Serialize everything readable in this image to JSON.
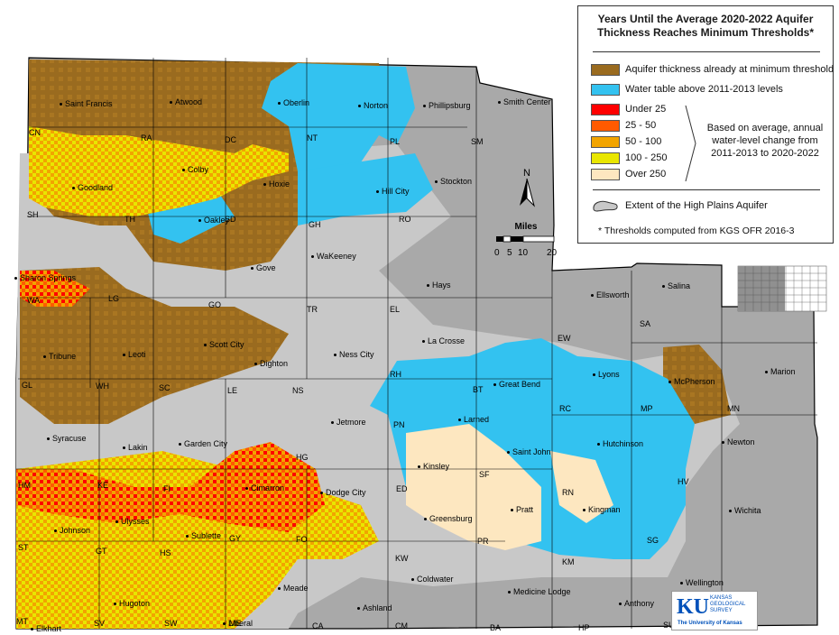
{
  "legend": {
    "title_line1": "Years Until the Average 2020-2022 Aquifer",
    "title_line2": "Thickness Reaches Minimum Thresholds*",
    "items": [
      {
        "label": "Aquifer thickness already at minimum threshold",
        "color": "#9a6b1f"
      },
      {
        "label": "Water table above 2011-2013 levels",
        "color": "#33c2f0"
      },
      {
        "label": "Under 25",
        "color": "#ff0000"
      },
      {
        "label": "25 - 50",
        "color": "#ff5a00"
      },
      {
        "label": "50 - 100",
        "color": "#f2a400"
      },
      {
        "label": "100 - 250",
        "color": "#e9e600"
      },
      {
        "label": "Over 250",
        "color": "#fde7c0"
      }
    ],
    "bracket_note_1": "Based on average, annual",
    "bracket_note_2": "water-level change from",
    "bracket_note_3": "2011-2013 to 2020-2022",
    "extent_label": "Extent of the High Plains Aquifer",
    "extent_color": "#c8c8c8",
    "footnote": "* Thresholds computed from KGS OFR 2016-3"
  },
  "scalebar": {
    "title": "Miles",
    "ticks": [
      "0",
      "5",
      "10",
      "20"
    ]
  },
  "north_label": "N",
  "logo": {
    "mark": "KU",
    "line1": "KANSAS",
    "line2": "GEOLOGICAL",
    "line3": "SURVEY",
    "line4": "The University of Kansas"
  },
  "colors": {
    "county_gray": "#a9a9a9",
    "county_border": "#000000",
    "aquifer_brown": "#9a6b1f",
    "water_blue": "#33c2f0"
  },
  "cities": [
    {
      "name": "Saint Francis"
    },
    {
      "name": "Atwood"
    },
    {
      "name": "Oberlin"
    },
    {
      "name": "Norton"
    },
    {
      "name": "Phillipsburg"
    },
    {
      "name": "Smith Center"
    },
    {
      "name": "Colby"
    },
    {
      "name": "Goodland"
    },
    {
      "name": "Hoxie"
    },
    {
      "name": "Stockton"
    },
    {
      "name": "Hill City"
    },
    {
      "name": "Oakley"
    },
    {
      "name": "Gove"
    },
    {
      "name": "WaKeeney"
    },
    {
      "name": "Hays"
    },
    {
      "name": "Sharon Springs"
    },
    {
      "name": "Ellsworth"
    },
    {
      "name": "Salina"
    },
    {
      "name": "La Crosse"
    },
    {
      "name": "Ness City"
    },
    {
      "name": "Scott City"
    },
    {
      "name": "Leoti"
    },
    {
      "name": "Dighton"
    },
    {
      "name": "Tribune"
    },
    {
      "name": "Great Bend"
    },
    {
      "name": "Lyons"
    },
    {
      "name": "McPherson"
    },
    {
      "name": "Marion"
    },
    {
      "name": "Syracuse"
    },
    {
      "name": "Jetmore"
    },
    {
      "name": "Larned"
    },
    {
      "name": "Lakin"
    },
    {
      "name": "Garden City"
    },
    {
      "name": "Hutchinson"
    },
    {
      "name": "Newton"
    },
    {
      "name": "Saint John"
    },
    {
      "name": "Kinsley"
    },
    {
      "name": "Cimarron"
    },
    {
      "name": "Dodge City"
    },
    {
      "name": "Johnson"
    },
    {
      "name": "Ulysses"
    },
    {
      "name": "Sublette"
    },
    {
      "name": "Greensburg"
    },
    {
      "name": "Pratt"
    },
    {
      "name": "Kingman"
    },
    {
      "name": "Wichita"
    },
    {
      "name": "Wellington"
    },
    {
      "name": "Meade"
    },
    {
      "name": "Coldwater"
    },
    {
      "name": "Medicine Lodge"
    },
    {
      "name": "Anthony"
    },
    {
      "name": "Hugoton"
    },
    {
      "name": "Ashland"
    },
    {
      "name": "Elkhart"
    },
    {
      "name": "Liberal"
    }
  ],
  "county_codes": [
    "CN",
    "RA",
    "DC",
    "NT",
    "PL",
    "SM",
    "SH",
    "TH",
    "SD",
    "GH",
    "RO",
    "WA",
    "LG",
    "GO",
    "TR",
    "EL",
    "SA",
    "EW",
    "GL",
    "WH",
    "SC",
    "LE",
    "NS",
    "RH",
    "BT",
    "RC",
    "MP",
    "MN",
    "PN",
    "HG",
    "FI",
    "KE",
    "HM",
    "SF",
    "ED",
    "RN",
    "HV",
    "ST",
    "GT",
    "HS",
    "GY",
    "FO",
    "KW",
    "PR",
    "KM",
    "SG",
    "MT",
    "SV",
    "SW",
    "ME",
    "CA",
    "CM",
    "BA",
    "HP",
    "SU"
  ]
}
